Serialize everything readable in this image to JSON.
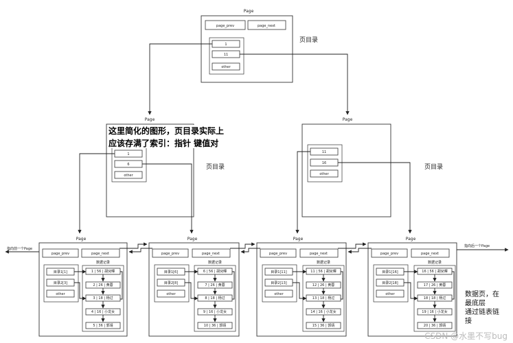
{
  "labels": {
    "page": "Page",
    "page_prev": "page_prev",
    "page_next": "page_next",
    "other": "other",
    "dir_page": "页目录",
    "data_records": "数据记录",
    "prev_pointer": "指向前一个Page",
    "next_pointer": "指向后一个Page"
  },
  "annotation": {
    "line1": "这里简化的图形，页目录实际上",
    "line2": "应该存满了索引：指针 键值对"
  },
  "data_page_note": {
    "line1": "数据页，在",
    "line2": "最底层",
    "line3": "通过链表链",
    "line4": "接"
  },
  "root": {
    "entries": [
      "1",
      "11"
    ]
  },
  "mid_left": {
    "entries": [
      "1",
      "6"
    ]
  },
  "mid_right": {
    "entries": [
      "11",
      "16"
    ]
  },
  "leaves": [
    {
      "dirs": [
        "目录1[1]",
        "目录2[3]"
      ],
      "records": [
        "1 | 56 | 胡兒暉",
        "2 | 26 | 黄蓉",
        "3 | 18 | 杨过",
        "4 | 16 | 小龙女",
        "5 | 36 | 郭靖"
      ]
    },
    {
      "dirs": [
        "目录1[6]",
        "目录2[8]"
      ],
      "records": [
        "6 | 56 | 胡兒暉",
        "7 | 26 | 黄蓉",
        "8 | 18 | 杨过",
        "9 | 16 | 小龙女",
        "10 | 36 | 郭靖"
      ]
    },
    {
      "dirs": [
        "目录1[11]",
        "目录2[13]"
      ],
      "records": [
        "11 | 56 | 胡兒暉",
        "12 | 26 | 黄蓉",
        "13 | 18 | 杨过",
        "14 | 16 | 小龙女",
        "15 | 36 | 郭靖"
      ]
    },
    {
      "dirs": [
        "目录1[16]",
        "目录2[18]"
      ],
      "records": [
        "16 | 56 | 胡兒暉",
        "17 | 26 | 黄蓉",
        "18 | 18 | 杨过",
        "19 | 16 | 小龙女",
        "20 | 36 | 郭靖"
      ]
    }
  ],
  "watermark": "CSDN @水墨不写bug"
}
